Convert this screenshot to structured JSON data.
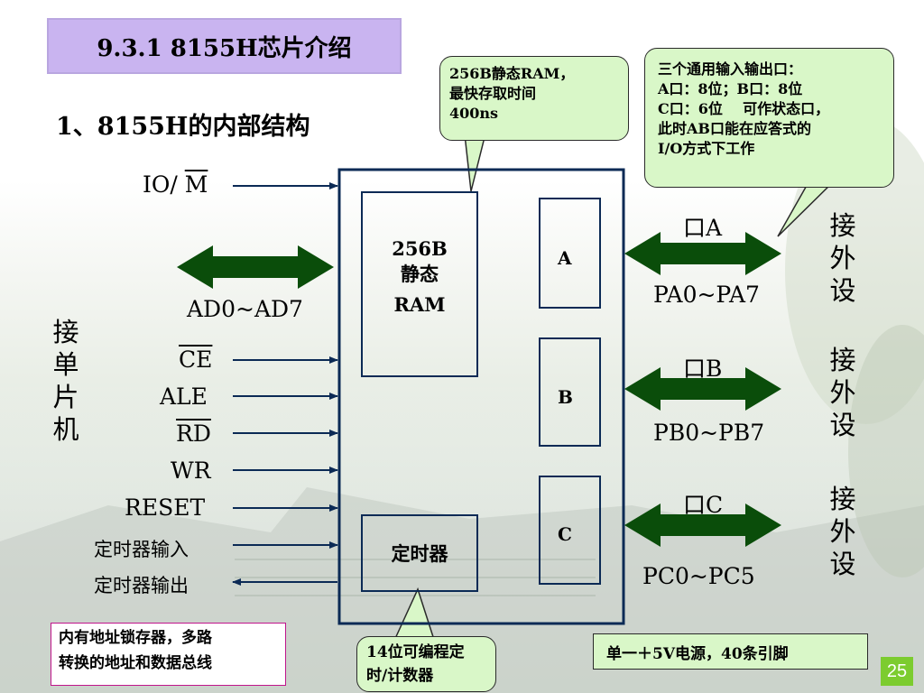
{
  "title": "9.3.1  8155H芯片介绍",
  "subtitle": "1、8155H的内部结构",
  "callouts": {
    "ram_note": [
      "256B静态RAM，",
      "最快存取时间",
      "400ns"
    ],
    "io_note": [
      "三个通用输入输出口：",
      "A口：8位；B口：8位",
      "C口：6位    可作状态口，",
      "此时AB口能在应答式的",
      "I/O方式下工作"
    ],
    "latch_note": [
      "内有地址锁存器，多路",
      "转换的地址和数据总线"
    ],
    "timer_note": [
      "14位可编程定",
      "时/计数器"
    ],
    "power_note": "单一＋5V电源，40条引脚"
  },
  "left_signals": {
    "io_m_prefix": "IO/",
    "io_m_bar": "M",
    "ad_bus": "AD0~AD7",
    "ce": "CE",
    "ale": "ALE",
    "rd": "RD",
    "wr": "WR",
    "reset": "RESET",
    "timer_in": "定时器输入",
    "timer_out": "定时器输出"
  },
  "left_vertical_label": [
    "接",
    "单",
    "片",
    "机"
  ],
  "chip": {
    "ram_lines": [
      "256B",
      "静态",
      "RAM"
    ],
    "timer": "定时器",
    "ports": [
      "A",
      "B",
      "C"
    ]
  },
  "right_ports": [
    {
      "name": "口A",
      "pins": "PA0~PA7"
    },
    {
      "name": "口B",
      "pins": "PB0~PB7"
    },
    {
      "name": "口C",
      "pins": "PC0~PC5"
    }
  ],
  "right_vertical_label": [
    "接",
    "外",
    "设"
  ],
  "page_number": "25",
  "colors": {
    "title_bg": "#c9b4f0",
    "callout_green": "#d9f7c8",
    "arrow_green": "#0a4d0a",
    "chip_border": "#0b2a55",
    "page_badge": "#7ccc2f",
    "latch_border": "#c0148c"
  }
}
